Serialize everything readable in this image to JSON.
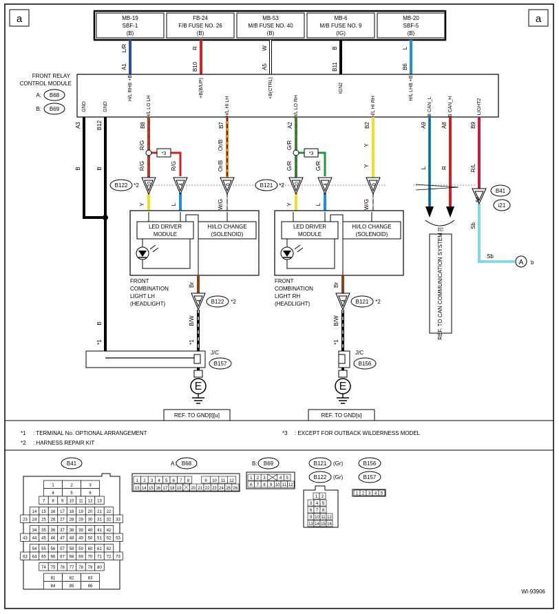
{
  "corner_label": "a",
  "fuses": [
    {
      "id": "MB-19",
      "line2": "SBF-1",
      "type": "(B)"
    },
    {
      "id": "FB-24",
      "line2": "F/B FUSE NO. 26",
      "type": "(B)"
    },
    {
      "id": "MB-53",
      "line2": "M/B FUSE NO. 40",
      "type": "(B)"
    },
    {
      "id": "MB-6",
      "line2": "M/B FUSE NO. 9",
      "type": "(IG)"
    },
    {
      "id": "MB-20",
      "line2": "SBF-5",
      "type": "(B)"
    }
  ],
  "fuse_wires": [
    {
      "terminal": "A1",
      "color_code": "L/R",
      "pin": "H/L RHB +B",
      "color": "#1e50c8"
    },
    {
      "terminal": "B10",
      "color_code": "R",
      "pin": "+B(B/UP)",
      "color": "#d42020"
    },
    {
      "terminal": "A5",
      "color_code": "W",
      "pin": "+B(CTRL)",
      "color": "#ffffff"
    },
    {
      "terminal": "B11",
      "color_code": "B",
      "pin": "IGN2",
      "color": "#000000"
    },
    {
      "terminal": "B6",
      "color_code": "L",
      "pin": "H/L LHB +B",
      "color": "#1e90e0"
    }
  ],
  "module": {
    "name_line1": "FRONT RELAY",
    "name_line2": "CONTROL MODULE",
    "conn_a_prefix": "A:",
    "conn_a": "B68",
    "conn_b_prefix": "B:",
    "conn_b": "B69"
  },
  "bottom_pins": [
    {
      "terminal": "A3",
      "pin": "GND",
      "color_code": "B"
    },
    {
      "terminal": "B12",
      "pin": "GND",
      "color_code": "B"
    },
    {
      "terminal": "B8",
      "pin": "H/L LO LH",
      "color_code": "R/G"
    },
    {
      "terminal": "B7",
      "pin": "H/L HI LH",
      "color_code": "Or/B"
    },
    {
      "terminal": "A2",
      "pin": "H/L LO RH",
      "color_code": "G/R"
    },
    {
      "terminal": "B2",
      "pin": "H/L HI RH",
      "color_code": "Y"
    },
    {
      "terminal": "A9",
      "pin": "B CAN_L",
      "color_code": "L"
    },
    {
      "terminal": "A8",
      "pin": "B CAN_H",
      "color_code": "R"
    },
    {
      "terminal": "B9",
      "pin": "LIGHT2",
      "color_code": "R/L"
    }
  ],
  "star3_label": "*3",
  "inline_connectors": [
    {
      "id": "B122",
      "star": "*2",
      "pins": [
        {
          "num": "10",
          "upper": "R/G",
          "lower": "Y"
        },
        {
          "num": "4",
          "upper": "R/G",
          "lower": "L"
        },
        {
          "num": "6",
          "upper": "Or/B",
          "lower": "W/G"
        }
      ]
    },
    {
      "id": "B121",
      "star": "*2",
      "pins": [
        {
          "num": "10",
          "upper": "G/R",
          "lower": "Y"
        },
        {
          "num": "4",
          "upper": "G/R",
          "lower": "L"
        },
        {
          "num": "6",
          "upper": "Y",
          "lower": "W/G"
        }
      ]
    }
  ],
  "b41": {
    "id": "B41",
    "pin": "64",
    "sub": "i21",
    "wire": "Sb",
    "wire2": "Sb",
    "to": "A",
    "to_suffix": "b"
  },
  "can_ref": "REF. TO CAN COMMUNICATION SYSTEM [ʲ]",
  "lamps": [
    {
      "drv1": "LED DRIVER",
      "drv2": "MODULE",
      "chg1": "HI/LO CHANGE",
      "chg2": "(SOLENOID)",
      "n1": "FRONT",
      "n2": "COMBINATION",
      "n3": "LIGHT LH",
      "n4": "(HEADLIGHT)",
      "out_wire": "Br",
      "pin": "4",
      "conn": "B122",
      "star": "*2",
      "gnd_wire": "B/W",
      "star1": "*1",
      "jc": "J/C",
      "jc_id": "B157",
      "gnd_ref": "REF. TO GND[t][u]"
    },
    {
      "drv1": "LED DRIVER",
      "drv2": "MODULE",
      "chg1": "HI/LO CHANGE",
      "chg2": "(SOLENOID)",
      "n1": "FRONT",
      "n2": "COMBINATION",
      "n3": "LIGHT RH",
      "n4": "(HEADLIGHT)",
      "out_wire": "Br",
      "pin": "4",
      "conn": "B121",
      "star": "*2",
      "gnd_wire": "B/W",
      "star1": "*1",
      "jc": "J/C",
      "jc_id": "B156",
      "gnd_ref": "REF. TO GND[s]"
    }
  ],
  "ground_wire_b": "B",
  "ground_star1": "*1",
  "ground_symbol": "E",
  "notes": [
    {
      "key": "*1",
      "text": ": TERMINAL No. OPTIONAL ARRANGEMENT"
    },
    {
      "key": "*2",
      "text": ": HARNESS REPAIR KIT"
    },
    {
      "key": "*3",
      "text": ": EXCEPT FOR OUTBACK WILDERNESS MODEL"
    }
  ],
  "legend": {
    "b41": "B41",
    "b68_prefix": "A:",
    "b68": "B68",
    "b69_prefix": "B:",
    "b69": "B69",
    "b121": "B121",
    "b121_col": "(Gr)",
    "b122": "B122",
    "b122_col": "(Gr)",
    "b156": "B156",
    "b157": "B157"
  },
  "b41_grid": [
    [
      "1",
      "2",
      "3"
    ],
    [
      "4",
      "5",
      "6"
    ],
    [
      "7",
      "8",
      "9",
      "10",
      "11",
      "12",
      "13"
    ],
    [
      "14",
      "15",
      "16",
      "17",
      "18",
      "19",
      "20",
      "21",
      "22"
    ],
    [
      "23",
      "24",
      "25",
      "26",
      "27",
      "28",
      "29",
      "30",
      "31",
      "32",
      "33"
    ],
    [
      "34",
      "35",
      "36",
      "37",
      "38",
      "39",
      "40",
      "41",
      "42"
    ],
    [
      "43",
      "44",
      "45",
      "46",
      "47",
      "48",
      "49",
      "50",
      "51",
      "52",
      "53"
    ],
    [
      "54",
      "55",
      "56",
      "57",
      "58",
      "59",
      "60",
      "61",
      "62"
    ],
    [
      "63",
      "64",
      "65",
      "66",
      "67",
      "68",
      "69",
      "70",
      "71",
      "72",
      "73"
    ],
    [
      "74",
      "75",
      "76",
      "77",
      "78",
      "79",
      "80"
    ],
    [
      "81",
      "82",
      "83"
    ],
    [
      "84",
      "85",
      "86"
    ]
  ],
  "b68_grid": [
    [
      "1",
      "2",
      "3",
      "4",
      "5",
      "6",
      "7",
      "8",
      "9",
      "10",
      "11",
      "12"
    ],
    [
      "13",
      "14",
      "15",
      "16",
      "17",
      "18",
      "19",
      "",
      "20",
      "21",
      "22",
      "23",
      "24",
      "25",
      "26"
    ]
  ],
  "b69_grid": [
    [
      "1",
      "2",
      "3",
      "",
      "4",
      "5"
    ],
    [
      "6",
      "7",
      "8",
      "9",
      "10",
      "11",
      "12"
    ]
  ],
  "b121_grid": [
    [
      "1",
      "2"
    ],
    [
      "3",
      "4",
      "5"
    ],
    [
      "6",
      "7",
      "8"
    ],
    [
      "9",
      "10",
      "11",
      "12"
    ],
    [
      "13",
      "14",
      "15",
      "16"
    ]
  ],
  "b156_grid": [
    [
      "1",
      "2",
      "3",
      "4",
      "5"
    ]
  ],
  "figure_id": "WI-93906"
}
